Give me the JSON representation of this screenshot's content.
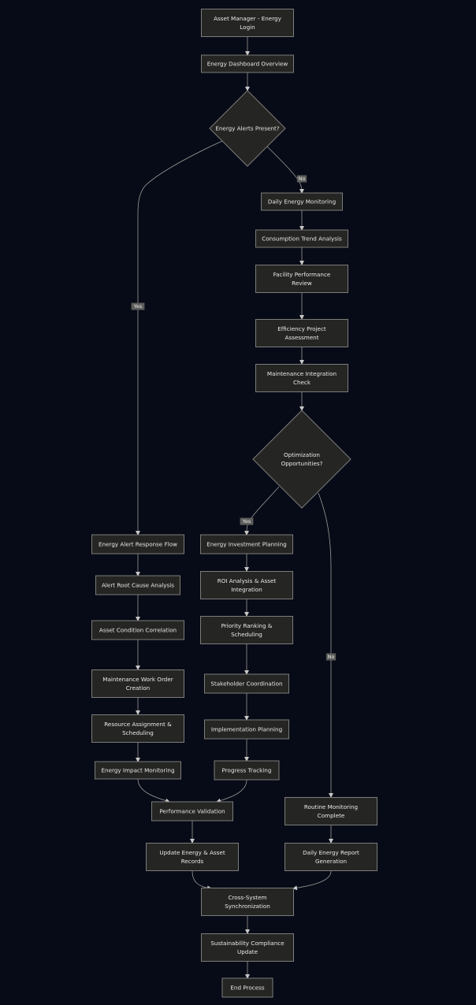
{
  "nodes": {
    "login": {
      "lines": [
        "Asset Manager - Energy",
        "Login"
      ]
    },
    "dashboard": {
      "lines": [
        "Energy Dashboard Overview"
      ]
    },
    "alerts_decision": {
      "lines": [
        "Energy Alerts Present?"
      ]
    },
    "daily_monitoring": {
      "lines": [
        "Daily Energy Monitoring"
      ]
    },
    "consumption_trend": {
      "lines": [
        "Consumption Trend Analysis"
      ]
    },
    "facility_review": {
      "lines": [
        "Facility Performance",
        "Review"
      ]
    },
    "efficiency_assessment": {
      "lines": [
        "Efficiency Project",
        "Assessment"
      ]
    },
    "maintenance_check": {
      "lines": [
        "Maintenance Integration",
        "Check"
      ]
    },
    "optimization_decision": {
      "lines": [
        "Optimization",
        "Opportunities?"
      ]
    },
    "alert_response": {
      "lines": [
        "Energy Alert Response Flow"
      ]
    },
    "root_cause": {
      "lines": [
        "Alert Root Cause Analysis"
      ]
    },
    "condition_correlation": {
      "lines": [
        "Asset Condition Correlation"
      ]
    },
    "work_order": {
      "lines": [
        "Maintenance Work Order",
        "Creation"
      ]
    },
    "resource_assignment": {
      "lines": [
        "Resource Assignment &",
        "Scheduling"
      ]
    },
    "impact_monitoring": {
      "lines": [
        "Energy Impact Monitoring"
      ]
    },
    "investment_planning": {
      "lines": [
        "Energy Investment Planning"
      ]
    },
    "roi_analysis": {
      "lines": [
        "ROI Analysis & Asset",
        "Integration"
      ]
    },
    "priority_ranking": {
      "lines": [
        "Priority Ranking &",
        "Scheduling"
      ]
    },
    "stakeholder": {
      "lines": [
        "Stakeholder Coordination"
      ]
    },
    "implementation": {
      "lines": [
        "Implementation Planning"
      ]
    },
    "progress": {
      "lines": [
        "Progress Tracking"
      ]
    },
    "performance_validation": {
      "lines": [
        "Performance Validation"
      ]
    },
    "routine_complete": {
      "lines": [
        "Routine Monitoring",
        "Complete"
      ]
    },
    "update_records": {
      "lines": [
        "Update Energy & Asset",
        "Records"
      ]
    },
    "daily_report": {
      "lines": [
        "Daily Energy Report",
        "Generation"
      ]
    },
    "cross_sync": {
      "lines": [
        "Cross-System",
        "Synchronization"
      ]
    },
    "sustainability": {
      "lines": [
        "Sustainability Compliance",
        "Update"
      ]
    },
    "end": {
      "lines": [
        "End Process"
      ]
    }
  },
  "edge_labels": {
    "alerts_yes": "Yes",
    "alerts_no": "No",
    "optimization_yes": "Yes",
    "optimization_no": "No"
  },
  "colors": {
    "background": "#070b17",
    "node_fill": "#252523",
    "node_stroke": "#7c7c7a",
    "text": "#e9e9e6",
    "edge": "#9a9a98",
    "label_bg": "#5d5d5b"
  }
}
